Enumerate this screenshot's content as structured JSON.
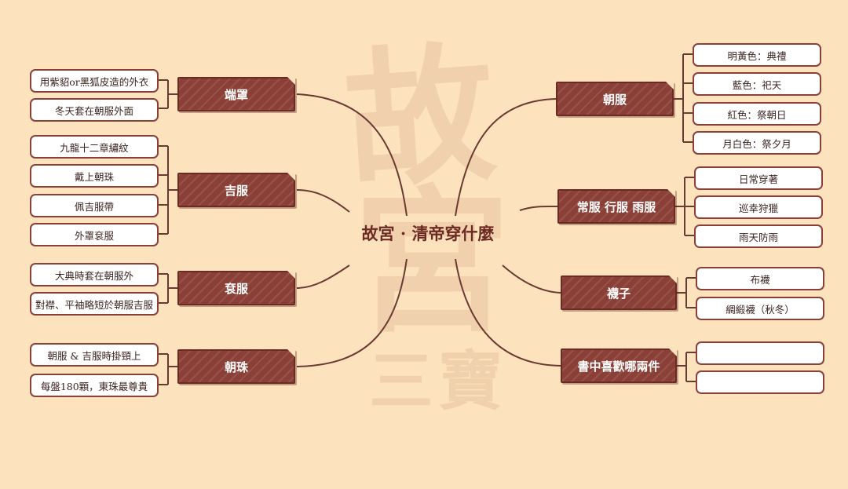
{
  "title": "故宮 · 清帝穿什麼",
  "watermark": [
    "故",
    "宮",
    "三寶"
  ],
  "left_branches": [
    {
      "label": "端罩",
      "items": [
        "用紫貂or黑狐皮造的外衣",
        "冬天套在朝服外面"
      ]
    },
    {
      "label": "吉服",
      "items": [
        "九龍十二章繡紋",
        "戴上朝珠",
        "佩吉服帶",
        "外罩袞服"
      ]
    },
    {
      "label": "袞服",
      "items": [
        "大典時套在朝服外",
        "對襟、平袖略短於朝服吉服"
      ]
    },
    {
      "label": "朝珠",
      "items": [
        "朝服 & 吉服時掛頸上",
        "每盤180顆，東珠最尊貴"
      ]
    }
  ],
  "right_branches": [
    {
      "label": "朝服",
      "items": [
        "明黃色：典禮",
        "藍色：祀天",
        "紅色：祭朝日",
        "月白色：祭夕月"
      ]
    },
    {
      "label": "常服 行服 雨服",
      "items": [
        "日常穿著",
        "巡幸狩獵",
        "雨天防雨"
      ]
    },
    {
      "label": "襪子",
      "items": [
        "布襪",
        "綢緞襪（秋冬）"
      ]
    },
    {
      "label": "書中喜歡哪兩件",
      "items": [
        "",
        ""
      ]
    }
  ],
  "colors": {
    "background": "#fde3bd",
    "branch_fill": "#8a4037",
    "line": "#6b3a32",
    "leaf_border": "#8a4037"
  }
}
